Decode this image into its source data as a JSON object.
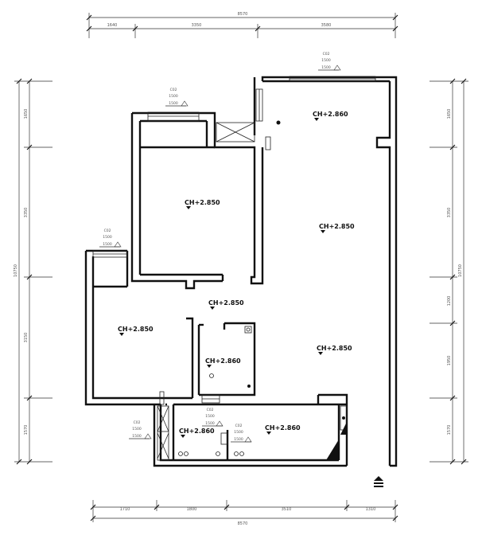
{
  "floor_plan": {
    "rooms": [
      {
        "id": "room-top-right",
        "label": "CH+2.860"
      },
      {
        "id": "room-bedroom-top",
        "label": "CH+2.850"
      },
      {
        "id": "room-living",
        "label": "CH+2.850"
      },
      {
        "id": "room-hall",
        "label": "CH+2.850"
      },
      {
        "id": "room-bedroom-left",
        "label": "CH+2.850"
      },
      {
        "id": "room-bath",
        "label": "CH+2.860"
      },
      {
        "id": "room-dining",
        "label": "CH+2.850"
      },
      {
        "id": "room-bottom-left",
        "label": "CH+2.860"
      },
      {
        "id": "room-bottom-right",
        "label": "CH+2.860"
      }
    ],
    "top_dimensions": {
      "total": "8570",
      "segments": [
        "1640",
        "3350",
        "3580"
      ]
    },
    "bottom_dimensions": {
      "total": "8570",
      "segments": [
        "1710",
        "1800",
        "3510",
        "1310"
      ]
    },
    "left_dimensions": {
      "total": "10750",
      "segments": [
        "1650",
        "3350",
        "3150",
        "1570"
      ]
    },
    "right_dimensions": {
      "total": "10750",
      "segments": [
        "1650",
        "3350",
        "1200",
        "1950",
        "1570"
      ]
    },
    "window_tags": [
      {
        "id": "win-top",
        "lines": [
          "C02",
          "1500",
          "1500"
        ]
      },
      {
        "id": "win-bedroom",
        "lines": [
          "C02",
          "1500",
          "1500"
        ]
      },
      {
        "id": "win-left",
        "lines": [
          "C02",
          "1500",
          "1500"
        ]
      },
      {
        "id": "win-bath",
        "lines": [
          "C02",
          "1500",
          "1500"
        ]
      },
      {
        "id": "win-kitchen",
        "lines": [
          "C02",
          "1500",
          "1500"
        ]
      },
      {
        "id": "win-bottom",
        "lines": [
          "C02",
          "1500",
          "1500"
        ]
      }
    ],
    "entrance_symbol": "entrance-arrow-icon"
  }
}
